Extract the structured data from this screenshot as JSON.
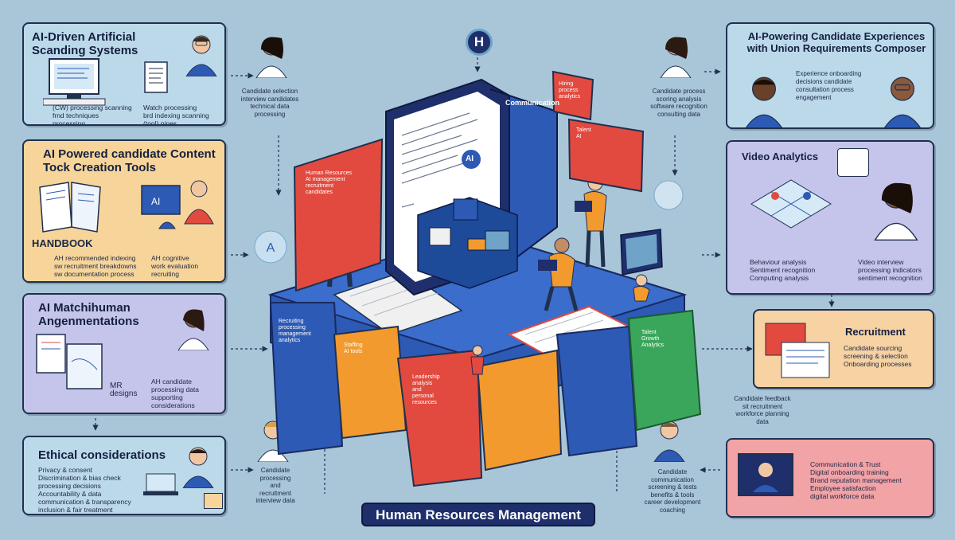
{
  "bottom_title": "Human Resources Management",
  "badge_letter": "H",
  "panels": {
    "scanning": {
      "title": "AI-Driven Artificial Scanding Systems",
      "text_a": "(CW) processing scanning\nfrnd techniques\nprocessing",
      "text_b": "Watch processing\nbrd indexing scanning\n(tool) pipes"
    },
    "content": {
      "title": "AI Powered candidate Content Tock Creation Tools",
      "label": "HANDBOOK",
      "text_a": "AH recommended indexing\nsw recruitment breakdowns\nsw documentation process",
      "text_b": "AH cognitive\nwork evaluation\nrecruiting"
    },
    "matching": {
      "title": "AI Matchihuman Angenmentations",
      "label": "MR\ndesigns",
      "text_b": "AH candidate\nprocessing data\nsupporting considerations"
    },
    "ethical": {
      "title": "Ethical considerations",
      "text": "Privacy & consent\nDiscrimination & bias check\nprocessing decisions\nAccountability & data\ncommunication & transparency\ninclusion & fair treatment"
    },
    "candidate": {
      "title": "AI-Powering Candidate Experiences with Union Requirements Composer",
      "text": "Experience onboarding\ndecisions candidate\nconsultation process\nengagement"
    },
    "video": {
      "title": "Video Analytics",
      "text_a": "Behaviour analysis\nSentiment recognition\nComputing analysis",
      "text_b": "Video interview\nprocessing indicators\nsentiment recognition"
    },
    "recruitment": {
      "title": "Recruitment",
      "text": "Candidate sourcing\nscreening & selection\nOnboarding processes"
    },
    "onboarding": {
      "text": "Communication & Trust\nDigital onboarding training\nBrand reputation management\nEmployee satisfaction\ndigital workforce data"
    }
  },
  "free_texts": {
    "top_left": "Candidate selection\ninterview candidates\ntechnical data\nprocessing",
    "top_mid_right": "Candidate process\nscoring analysis\nsoftware recognition\nconsulting data",
    "right_mid": "Candidate feedback\nsit recruitment\nworkforce planning\ndata",
    "bottom_left": "Candidate\nprocessing\nand\nrecruitment\ninterview data",
    "bottom_right": "Candidate\ncommunication\nscreening & tests\nbenefits & tools\ncareer development\ncoaching"
  },
  "screen": {
    "title": "Communication",
    "tag": "AI"
  },
  "cards": {
    "red_left": "Human Resources\nAI management\nrecruitment\ncandidates",
    "red_top": "Hiring\nprocess\nanalytics",
    "red_right": "Talent\nAI",
    "blue_front": "Recruiting\nprocessing\nmanagement\nanalytics",
    "orange": "Staffing\nAI tools",
    "red_front": "Leadership\nanalysis\nand\npersonal\nresources",
    "green": "Talent\nGrowth\nAnalytics"
  },
  "colors": {
    "background": "#a9c6d8",
    "panel_blue": "#bcd9ea",
    "panel_orange": "#f7d59a",
    "panel_lavender": "#c5c4ea",
    "panel_peach": "#f7d2a2",
    "panel_pink": "#f2a3a6",
    "platform_blue": "#2d5ab5",
    "accent_red": "#e24a3f",
    "accent_orange": "#f29a2e",
    "accent_green": "#3aa65c"
  }
}
